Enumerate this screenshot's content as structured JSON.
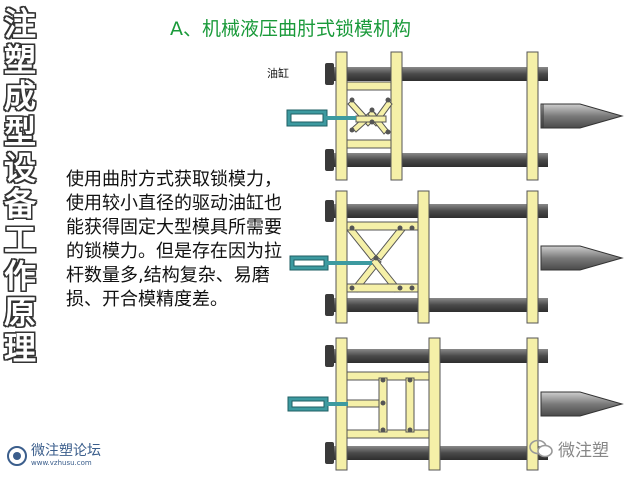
{
  "vertical_title": "注塑成型设备工作原理",
  "heading": "A、机械液压曲肘式锁模机构",
  "description": "使用曲肘方式获取锁模力，使用较小直径的驱动油缸也能获得固定大型模具所需要的锁模力。但是存在因为拉杆数量多,结构复杂、易磨损、开合模精度差。",
  "cylinder_label": "油缸",
  "watermark_left": {
    "name": "微注塑论坛",
    "url": "www.vzhusu.com"
  },
  "watermark_right": {
    "name": "微注塑"
  },
  "colors": {
    "frame": "#f5f0a8",
    "bar": "#575757",
    "cylinder": "#3d9aa0",
    "heading": "#1a9a3a"
  }
}
